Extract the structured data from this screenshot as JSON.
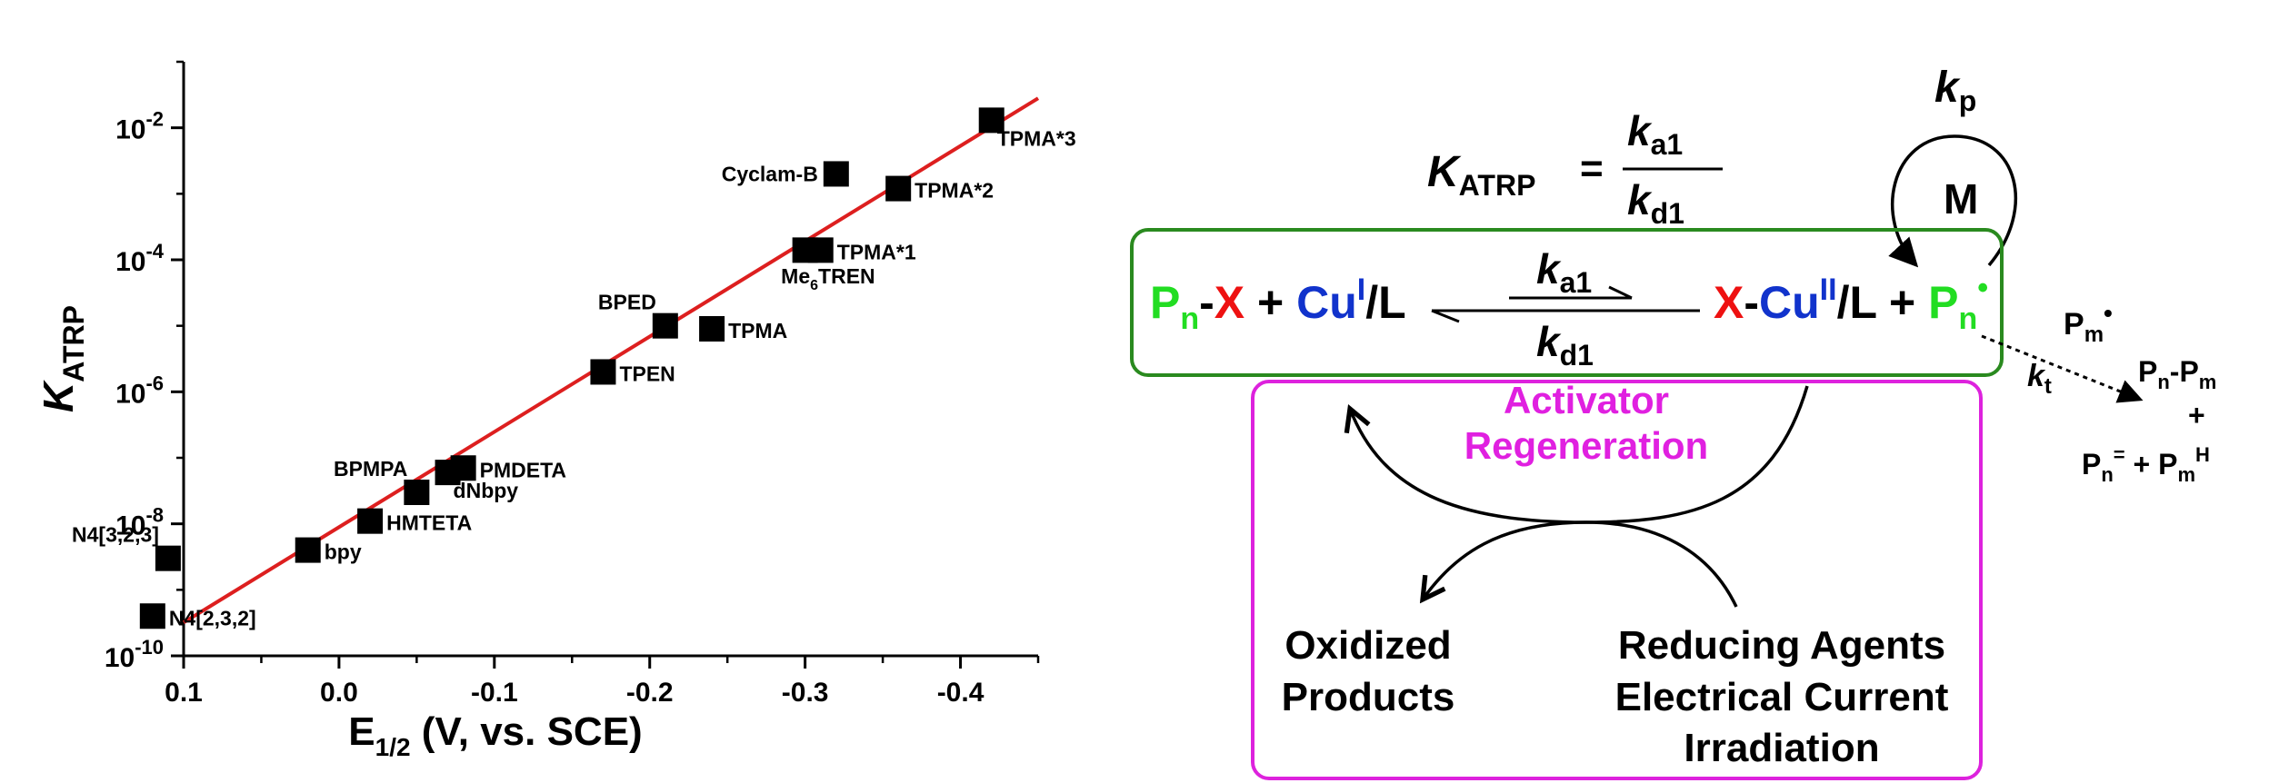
{
  "chart_data": {
    "type": "scatter",
    "xlabel": {
      "main": "E",
      "sub": "1/2",
      "rest": " (V, vs. SCE)"
    },
    "ylabel": {
      "main": "K",
      "sub": "ATRP"
    },
    "x_reversed": true,
    "y_log": true,
    "xlim": [
      0.1,
      -0.45
    ],
    "ylim": [
      1e-10,
      0.1
    ],
    "x_ticks": [
      {
        "v": 0.1,
        "label": "0.1"
      },
      {
        "v": 0.0,
        "label": "0.0"
      },
      {
        "v": -0.1,
        "label": "-0.1"
      },
      {
        "v": -0.2,
        "label": "-0.2"
      },
      {
        "v": -0.3,
        "label": "-0.3"
      },
      {
        "v": -0.4,
        "label": "-0.4"
      }
    ],
    "y_ticks": [
      {
        "exp": -10,
        "base": "10",
        "sup": "-10"
      },
      {
        "exp": -8,
        "base": "10",
        "sup": "-8"
      },
      {
        "exp": -6,
        "base": "10",
        "sup": "-6"
      },
      {
        "exp": -4,
        "base": "10",
        "sup": "-4"
      },
      {
        "exp": -2,
        "base": "10",
        "sup": "-2"
      }
    ],
    "fit_line": {
      "x": [
        0.1,
        -0.45
      ],
      "y": [
        3.2e-10,
        0.028
      ]
    },
    "points": [
      {
        "label": "N4[3,2,3]",
        "x": 0.11,
        "y": 3e-09,
        "pos": "above-left"
      },
      {
        "label": "N4[2,3,2]",
        "x": 0.12,
        "y": 4e-10,
        "pos": "right"
      },
      {
        "label": "bpy",
        "x": 0.02,
        "y": 4e-09,
        "pos": "right"
      },
      {
        "label": "HMTETA",
        "x": -0.02,
        "y": 1.1e-08,
        "pos": "right"
      },
      {
        "label": "BPMPA",
        "x": -0.05,
        "y": 3e-08,
        "pos": "above-left"
      },
      {
        "label": "dNbpy",
        "x": -0.07,
        "y": 6e-08,
        "pos": "below-right"
      },
      {
        "label": "PMDETA",
        "x": -0.08,
        "y": 7e-08,
        "pos": "right"
      },
      {
        "label": "TPEN",
        "x": -0.17,
        "y": 2e-06,
        "pos": "right"
      },
      {
        "label": "BPED",
        "x": -0.21,
        "y": 1e-05,
        "pos": "above-left"
      },
      {
        "label": "TPMA",
        "x": -0.24,
        "y": 9e-06,
        "pos": "right"
      },
      {
        "label": "",
        "x": -0.3,
        "y": 0.00014,
        "pos": "none"
      },
      {
        "label": "TPMA*1",
        "x": -0.31,
        "y": 0.00014,
        "pos": "right"
      },
      {
        "label": "Cyclam-B",
        "x": -0.32,
        "y": 0.002,
        "pos": "left"
      },
      {
        "label": "TPMA*2",
        "x": -0.36,
        "y": 0.0012,
        "pos": "right"
      },
      {
        "label": "TPMA*3",
        "x": -0.42,
        "y": 0.013,
        "pos": "below-right"
      }
    ],
    "extra_label": {
      "main": "Me",
      "sub": "6",
      "rest": "TREN",
      "x": -0.305,
      "y": 6e-05
    },
    "colors": {
      "marker": "#000000",
      "fit": "#dd1f1f"
    }
  },
  "scheme": {
    "equation": {
      "lhs_main": "K",
      "lhs_sub": "ATRP",
      "equals": "=",
      "num_main": "k",
      "num_sub": "a1",
      "den_main": "k",
      "den_sub": "d1"
    },
    "reactants": [
      {
        "text": "P",
        "color": "#22dd22"
      },
      {
        "text": "n",
        "color": "#22dd22",
        "sub": true
      },
      {
        "text": "-",
        "color": "#000000"
      },
      {
        "text": "X",
        "color": "#ee1111"
      },
      {
        "text": " + ",
        "color": "#000000"
      },
      {
        "text": "Cu",
        "color": "#1133cc"
      },
      {
        "text": "I",
        "color": "#1133cc",
        "sup": true
      },
      {
        "text": "/L",
        "color": "#000000"
      }
    ],
    "products": [
      {
        "text": "X",
        "color": "#ee1111"
      },
      {
        "text": "-",
        "color": "#000000"
      },
      {
        "text": "Cu",
        "color": "#1133cc"
      },
      {
        "text": "II",
        "color": "#1133cc",
        "sup": true
      },
      {
        "text": "/L",
        "color": "#000000"
      },
      {
        "text": " + ",
        "color": "#000000"
      },
      {
        "text": "P",
        "color": "#22dd22"
      },
      {
        "text": "n",
        "color": "#22dd22",
        "sub": true
      },
      {
        "text": "•",
        "color": "#22dd22",
        "sup": true
      }
    ],
    "forward_rate": {
      "main": "k",
      "sub": "a1"
    },
    "reverse_rate": {
      "main": "k",
      "sub": "d1"
    },
    "propagation": {
      "main": "k",
      "sub": "p",
      "monomer": "M"
    },
    "termination": {
      "radical_main": "P",
      "radical_sub": "m",
      "radical_sup": "•",
      "rate_main": "k",
      "rate_sub": "t",
      "product1": "P-P",
      "product1_parts": [
        "P",
        "n",
        "-P",
        "m"
      ],
      "plus": "+",
      "product2_parts": [
        "P",
        "n",
        "=",
        " + P",
        "m",
        "H"
      ]
    },
    "regeneration": {
      "line1": "Activator",
      "line2": "Regeneration"
    },
    "left_group": [
      "Oxidized",
      "Products"
    ],
    "right_group": [
      "Reducing Agents",
      "Electrical Current",
      "Irradiation"
    ],
    "colors": {
      "equilibrium_box": "#2a8a1f",
      "regeneration_box": "#dd22dd",
      "regeneration_text": "#e020e0"
    }
  }
}
